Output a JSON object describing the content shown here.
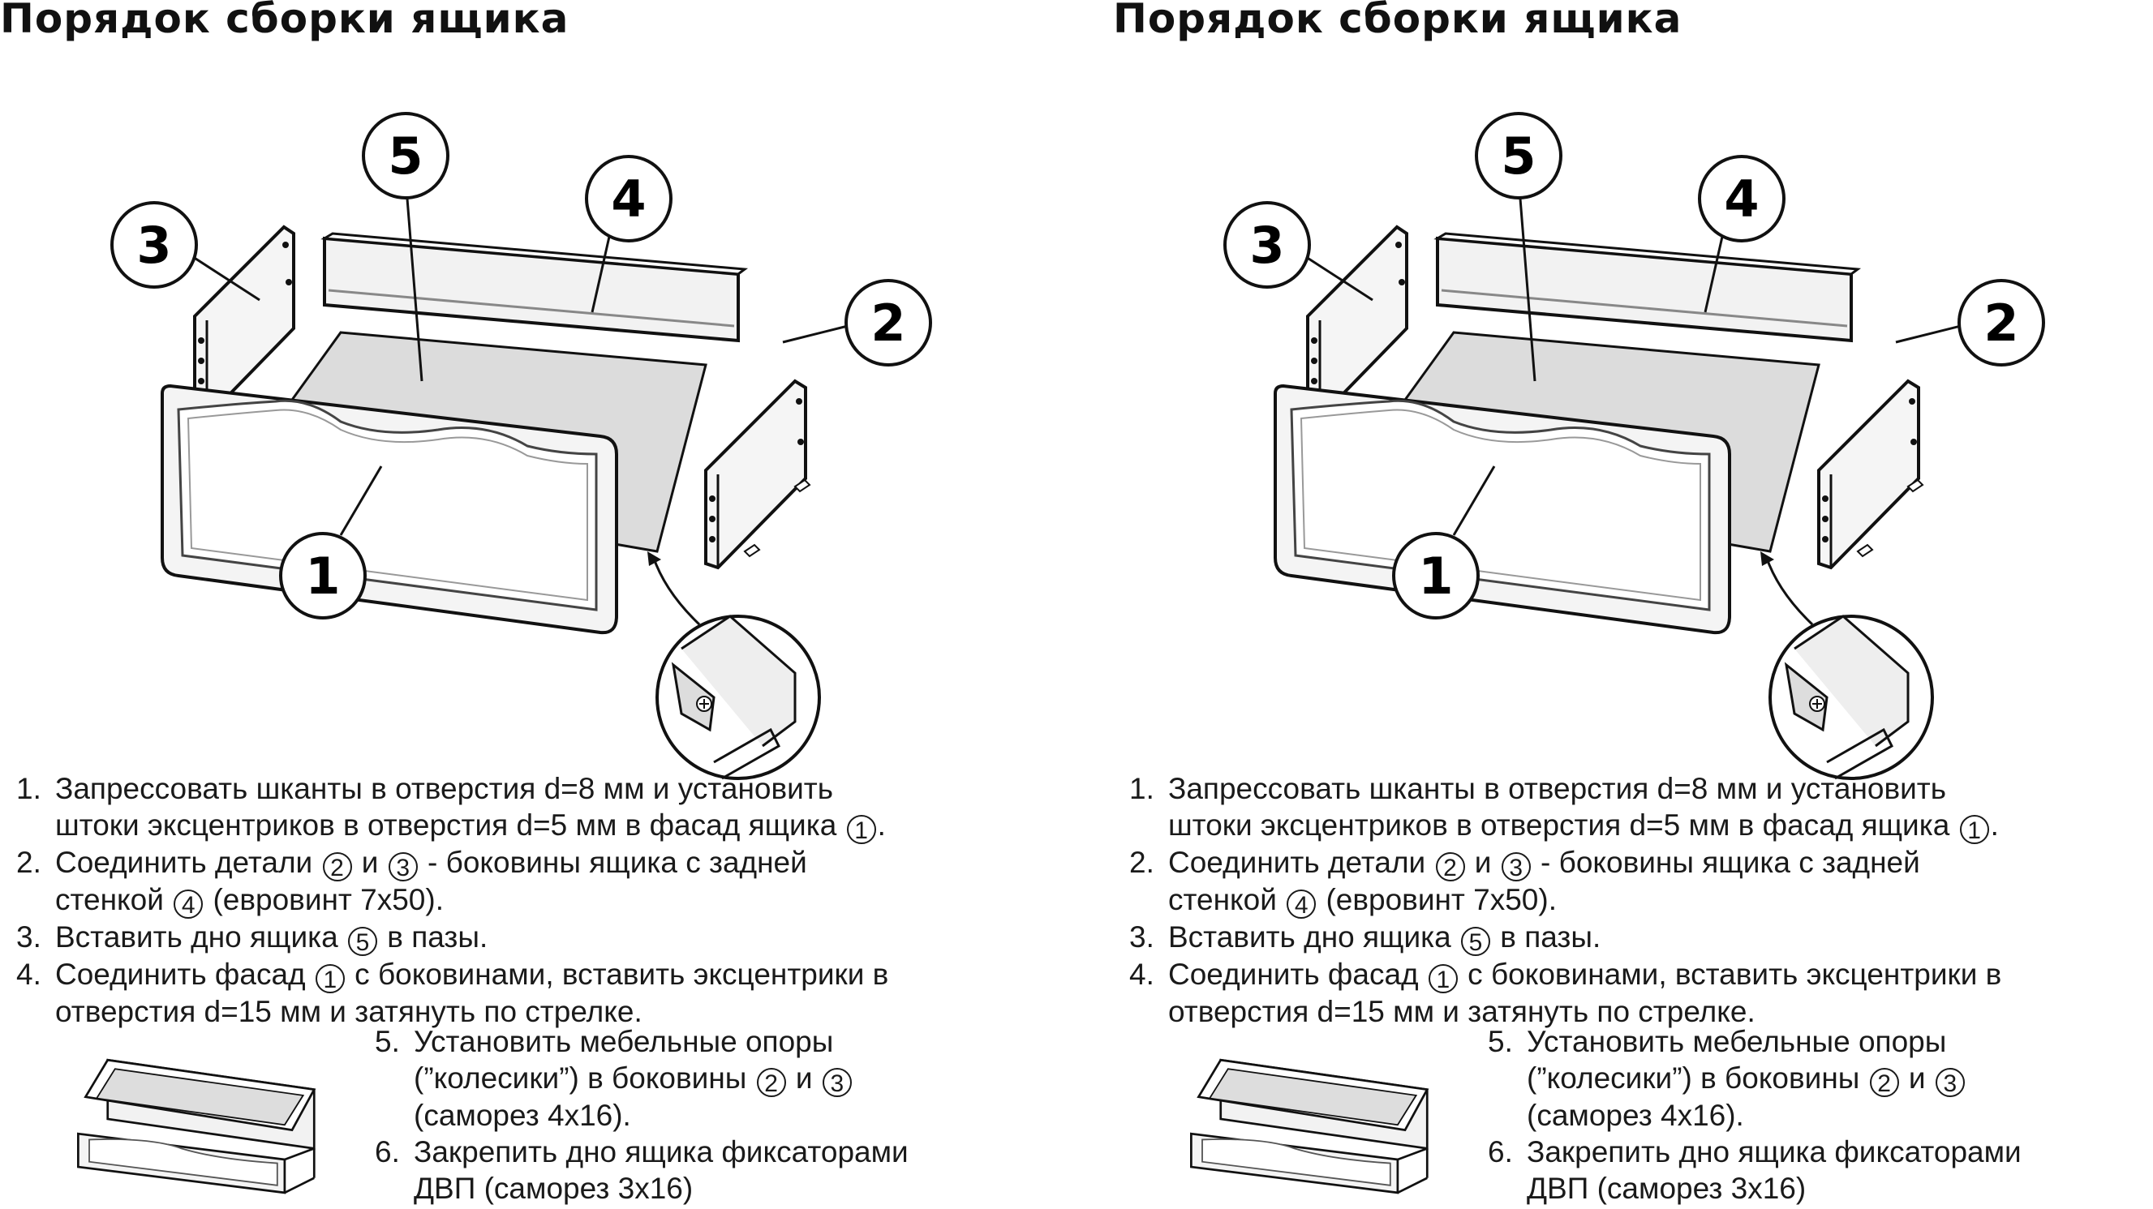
{
  "title": "Порядок сборки ящика",
  "callouts": {
    "c1": "1",
    "c2": "2",
    "c3": "3",
    "c4": "4",
    "c5": "5"
  },
  "steps": [
    {
      "num": "1.",
      "line1": "Запрессовать шканты в отверстия d=8 мм и установить",
      "line2a": "штоки эксцентриков в отверстия d=5 мм в фасад ящика ",
      "circle1": "1",
      "line2b": "."
    },
    {
      "num": "2.",
      "line1a": "Соединить детали ",
      "circle1": "2",
      "mid": " и ",
      "circle2": "3",
      "line1b": " - боковины ящика с задней",
      "line2a": "стенкой ",
      "circle3": "4",
      "line2b": " (евровинт 7х50)."
    },
    {
      "num": "3.",
      "line1a": "Вставить дно ящика ",
      "circle1": "5",
      "line1b": " в пазы."
    },
    {
      "num": "4.",
      "line1a": "Соединить фасад ",
      "circle1": "1",
      "line1b": " с боковинами, вставить эксцентрики в",
      "line2": "отверстия d=15 мм и затянуть по стрелке."
    },
    {
      "num": "5.",
      "line1": "Установить мебельные опоры",
      "line2a": "(”колесики”) в боковины ",
      "circle1": "2",
      "mid": " и ",
      "circle2": "3",
      "line3": "(саморез 4х16)."
    },
    {
      "num": "6.",
      "line1": "Закрепить дно ящика фиксаторами",
      "line2": "ДВП (саморез 3х16)"
    }
  ]
}
